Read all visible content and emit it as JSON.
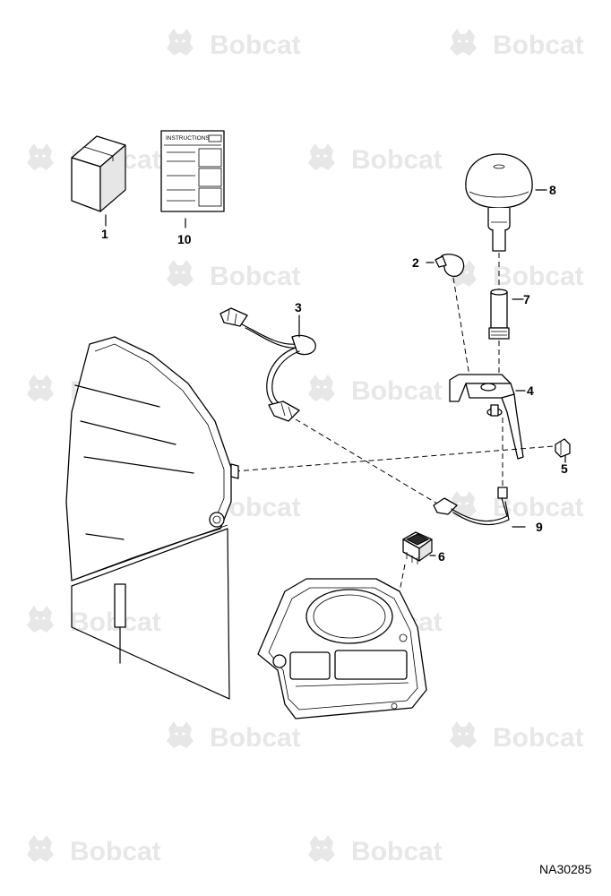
{
  "watermark": {
    "brand_text": "Bobcat",
    "logo_icon": "bobcat-head-icon"
  },
  "instructions_sheet": {
    "title": "INSTRUCTIONS"
  },
  "callouts": {
    "item_1": "1",
    "item_2": "2",
    "item_3": "3",
    "item_4": "4",
    "item_5": "5",
    "item_6": "6",
    "item_7": "7",
    "item_8": "8",
    "item_9": "9",
    "item_10": "10"
  },
  "figure_id": "NA30285",
  "colors": {
    "watermark": "#e7e7e7",
    "line": "#000000"
  }
}
